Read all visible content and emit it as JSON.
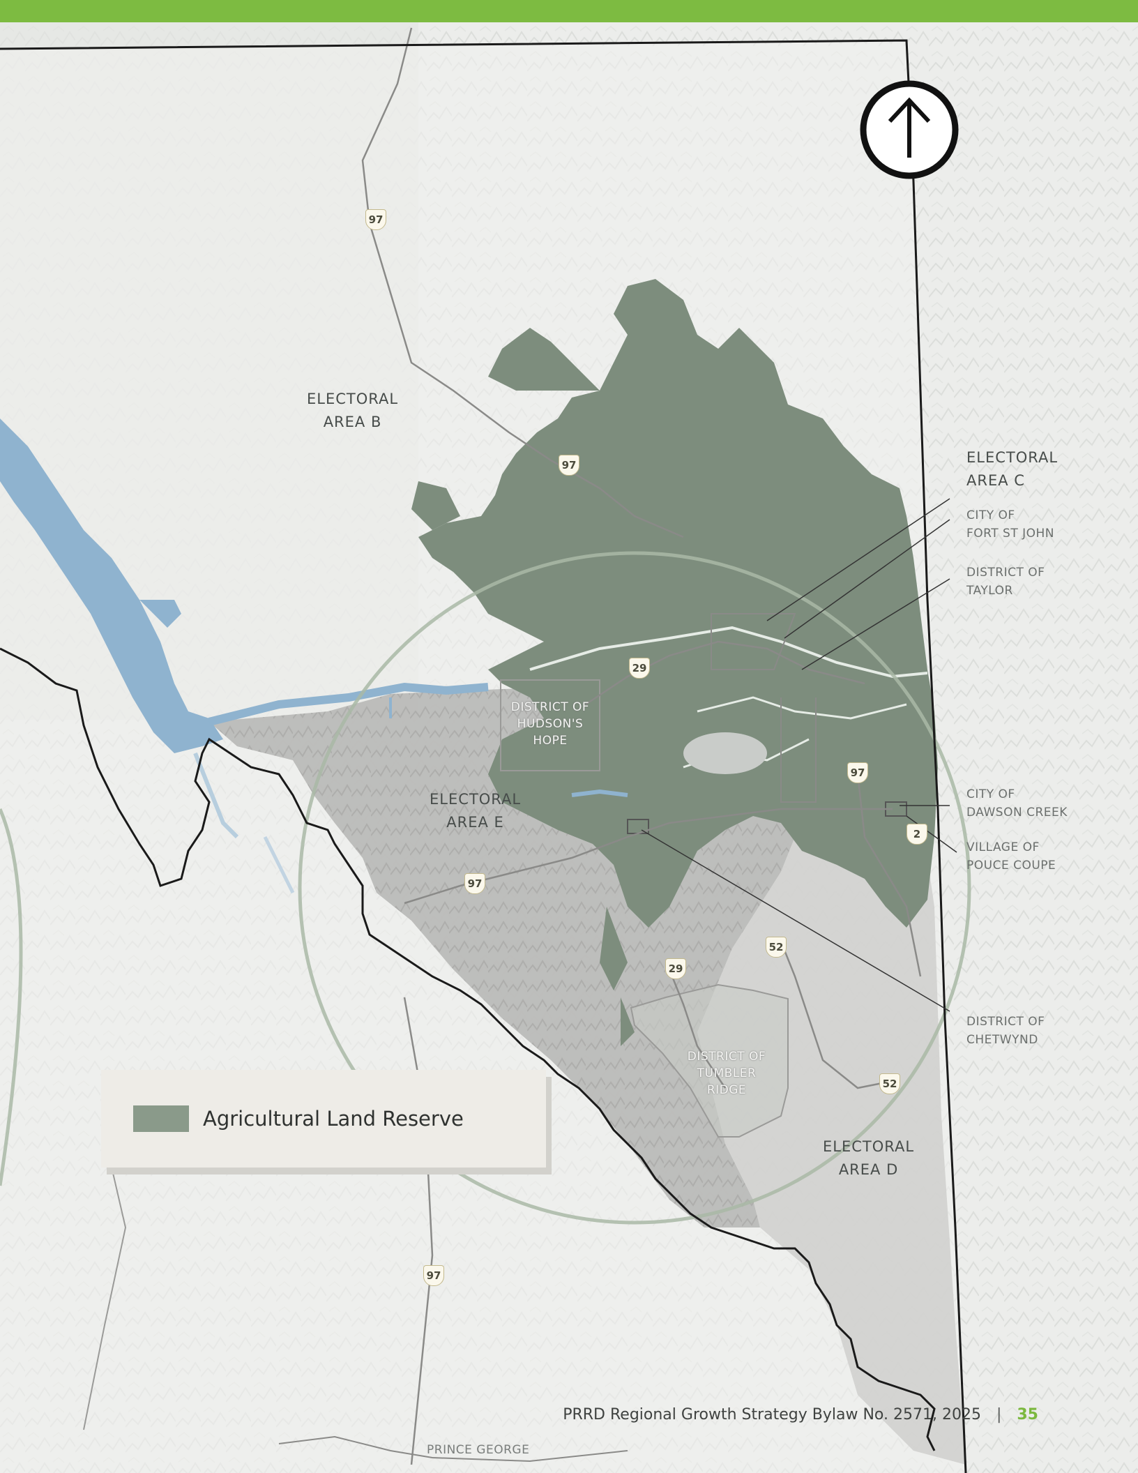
{
  "colors": {
    "accent_bar": "#7dbb41",
    "alr_fill": "#7d8d7d",
    "water": "#8fb3cf",
    "boundary": "#1a1a1a",
    "page_number": "#7bb83e"
  },
  "north_arrow": {
    "icon": "north-arrow-icon"
  },
  "areas": {
    "b": "ELECTORAL\nAREA B",
    "c": "ELECTORAL\nAREA C",
    "d": "ELECTORAL\nAREA D",
    "e": "ELECTORAL\nAREA E"
  },
  "municipalities": {
    "fort_st_john": "CITY OF\nFORT ST JOHN",
    "taylor": "DISTRICT OF\nTAYLOR",
    "dawson_creek": "CITY OF\nDAWSON CREEK",
    "pouce_coupe": "VILLAGE OF\nPOUCE COUPE",
    "chetwynd": "DISTRICT OF\nCHETWYND",
    "hudsons_hope": "DISTRICT OF\nHUDSON'S\nHOPE",
    "tumbler_ridge": "DISTRICT OF\nTUMBLER\nRIDGE"
  },
  "highways": [
    "97",
    "97",
    "29",
    "97",
    "97",
    "2",
    "29",
    "52",
    "52",
    "97"
  ],
  "legend": {
    "alr_label": "Agricultural Land Reserve"
  },
  "bottom_label": "PRINCE GEORGE",
  "footer": {
    "title": "PRRD Regional Growth Strategy Bylaw No. 2571, 2025",
    "separator": "|",
    "page_number": "35"
  }
}
